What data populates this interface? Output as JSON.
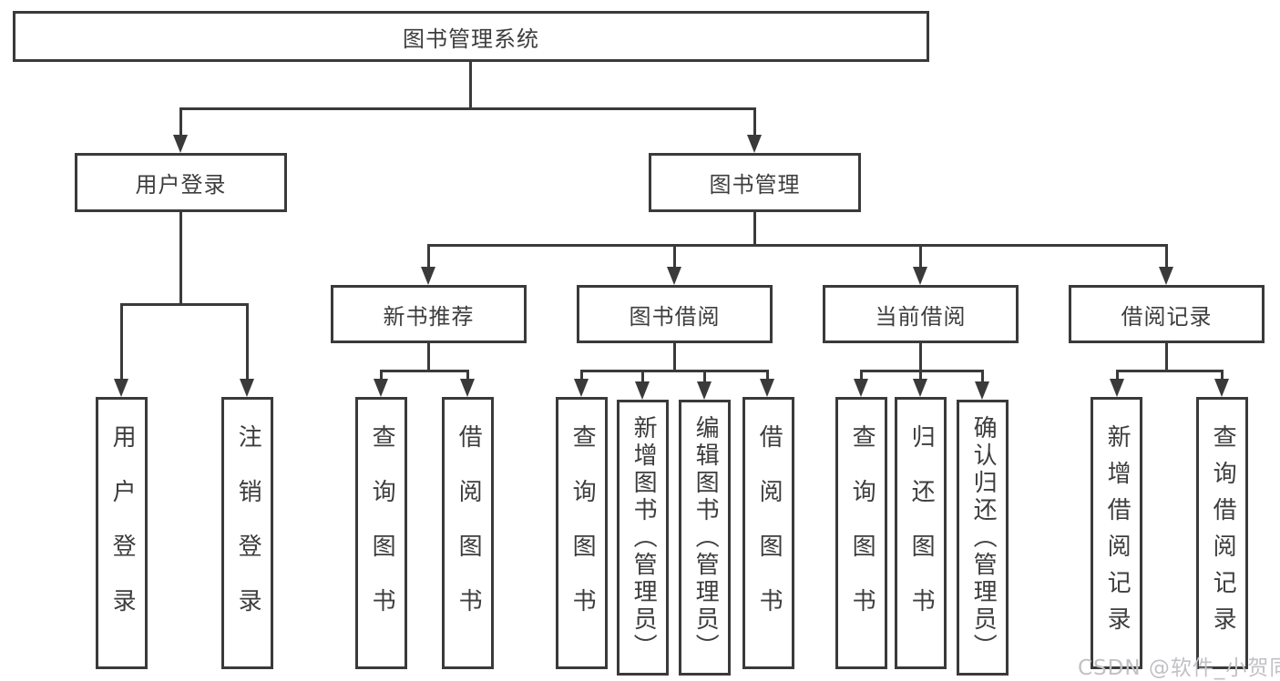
{
  "diagram": {
    "root": {
      "label": "图书管理系统"
    },
    "branches": [
      {
        "label": "用户登录",
        "children": [
          {
            "label": "用户登录"
          },
          {
            "label": "注销登录"
          }
        ]
      },
      {
        "label": "图书管理",
        "children": [
          {
            "label": "新书推荐",
            "children": [
              {
                "label": "查询图书"
              },
              {
                "label": "借阅图书"
              }
            ]
          },
          {
            "label": "图书借阅",
            "children": [
              {
                "label": "查询图书"
              },
              {
                "label": "新增图书（管理员）"
              },
              {
                "label": "编辑图书（管理员）"
              },
              {
                "label": "借阅图书"
              }
            ]
          },
          {
            "label": "当前借阅",
            "children": [
              {
                "label": "查询图书"
              },
              {
                "label": "归还图书"
              },
              {
                "label": "确认归还（管理员）"
              }
            ]
          },
          {
            "label": "借阅记录",
            "children": [
              {
                "label": "新增借阅记录"
              },
              {
                "label": "查询借阅记录"
              }
            ]
          }
        ]
      }
    ]
  },
  "watermark": {
    "text": "CSDN @软件_小贺同学"
  },
  "colors": {
    "line": "#3a3a3a",
    "text": "#3d3d3d",
    "watermark": "#c1c1c5",
    "background": "#ffffff"
  }
}
